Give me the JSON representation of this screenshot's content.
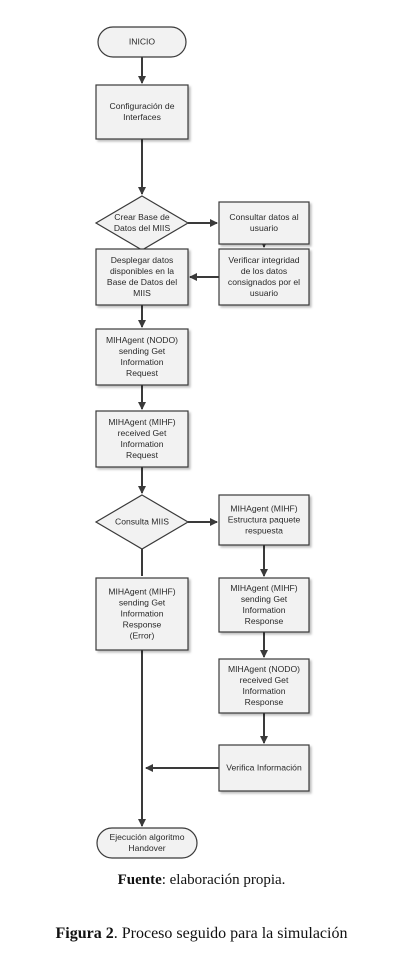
{
  "nodes": {
    "inicio": [
      "INICIO"
    ],
    "config": [
      "Configuración de",
      "Interfaces"
    ],
    "crear": [
      "Crear Base de",
      "Datos del MIIS"
    ],
    "consultar": [
      "Consultar datos al",
      "usuario"
    ],
    "verificar_integridad": [
      "Verificar integridad",
      "de los datos",
      "consignados por el",
      "usuario"
    ],
    "desplegar": [
      "Desplegar datos",
      "disponibles en la",
      "Base de Datos del",
      "MIIS"
    ],
    "nodo_send": [
      "MIHAgent (NODO)",
      "sending Get",
      "Information",
      "Request"
    ],
    "mihf_recv": [
      "MIHAgent (MIHF)",
      "received Get",
      "Information",
      "Request"
    ],
    "consulta": [
      "Consulta MIIS"
    ],
    "estructura": [
      "MIHAgent (MIHF)",
      "Estructura paquete",
      "respuesta"
    ],
    "error": [
      "MIHAgent (MIHF)",
      "sending Get",
      "Information",
      "Response",
      "(Error)"
    ],
    "mihf_send": [
      "MIHAgent (MIHF)",
      "sending Get",
      "Information",
      "Response"
    ],
    "nodo_recv": [
      "MIHAgent (NODO)",
      "received Get",
      "Information",
      "Response"
    ],
    "verifica_info": [
      "Verifica Información"
    ],
    "fin": [
      "Ejecución algoritmo",
      "Handover"
    ]
  },
  "captions": {
    "source_label": "Fuente",
    "source_text": ": elaboración propia.",
    "figure_label": "Figura 2",
    "figure_text": ". Proceso seguido para la simulación"
  }
}
